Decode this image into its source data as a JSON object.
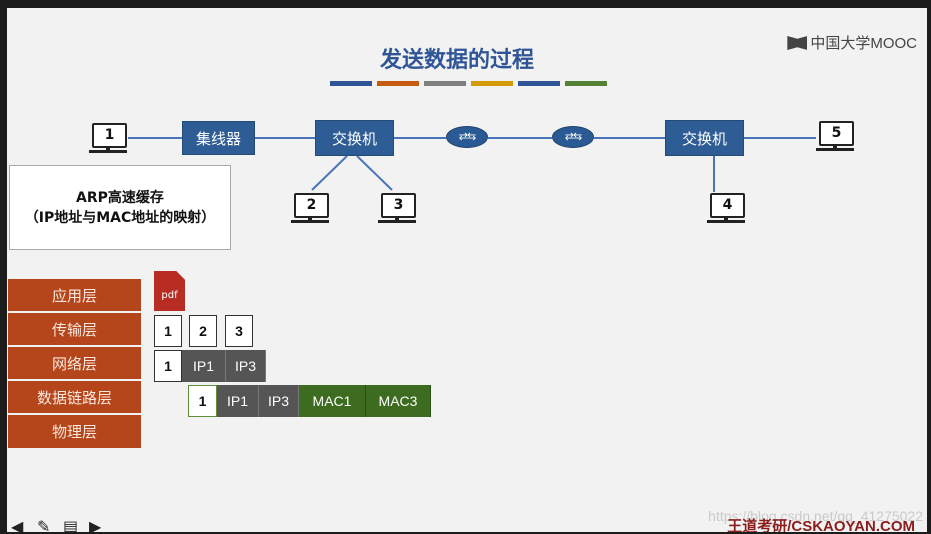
{
  "slide": {
    "title": "发送数据的过程",
    "brand": "中国大学MOOC",
    "title_bar_colors": [
      "#2f5597",
      "#c55a11",
      "#7f7f7f",
      "#d49b08",
      "#2f5597",
      "#548235"
    ]
  },
  "network": {
    "hub": "集线器",
    "switch_left": "交换机",
    "switch_right": "交换机",
    "router_icon": "router-icon",
    "hosts": [
      "1",
      "2",
      "3",
      "4",
      "5"
    ]
  },
  "arp_cache": {
    "line1": "ARP高速缓存",
    "line2": "（IP地址与MAC地址的映射）"
  },
  "layers": [
    "应用层",
    "传输层",
    "网络层",
    "数据链路层",
    "物理层"
  ],
  "application": {
    "icon": "pdf-icon",
    "label": "pdf"
  },
  "transport": [
    "1",
    "2",
    "3"
  ],
  "network_packet": [
    "1",
    "IP1",
    "IP3"
  ],
  "frame": [
    "1",
    "IP1",
    "IP3",
    "MAC1",
    "MAC3"
  ],
  "footer": {
    "brand": "王道考研/CSKAOYAN.COM",
    "watermark": "https://blog.csdn.net/qq_41275022"
  },
  "nav_icons": [
    "arrow-left-icon",
    "pen-icon",
    "menu-icon",
    "arrow-right-icon"
  ]
}
